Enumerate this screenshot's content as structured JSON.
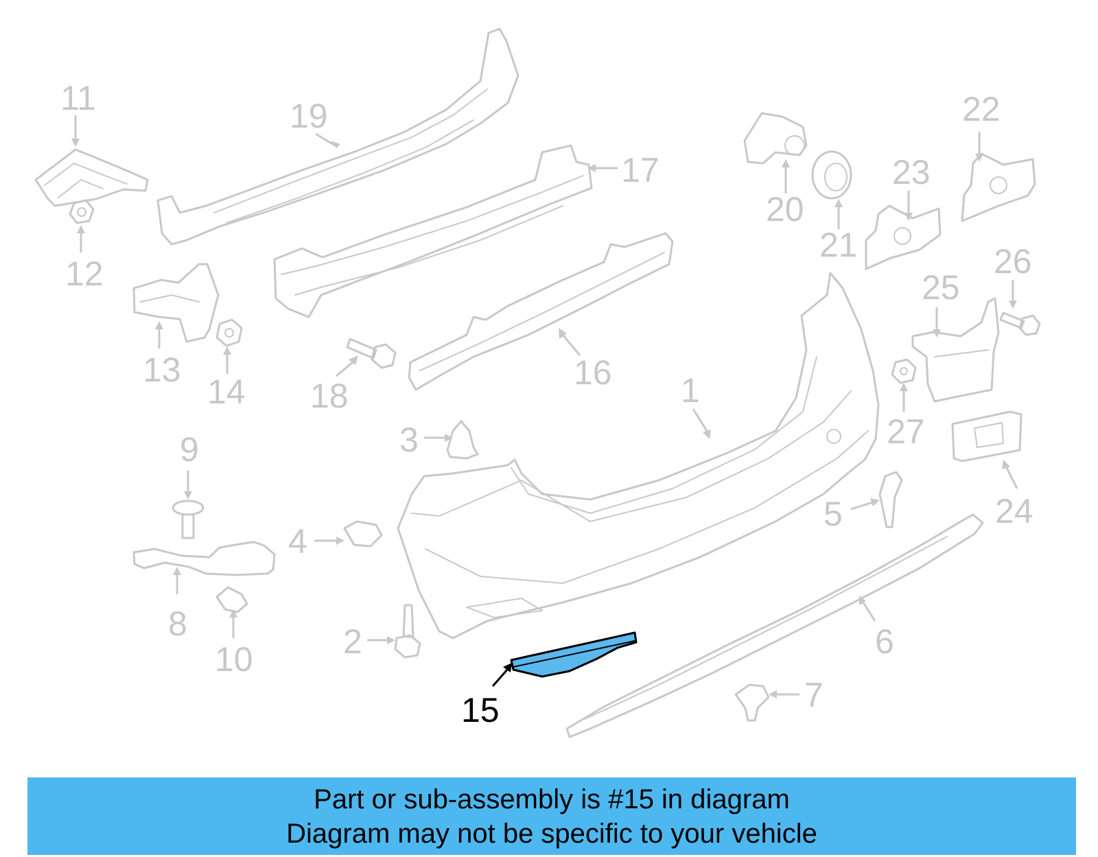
{
  "callouts": {
    "c1": "1",
    "c2": "2",
    "c3": "3",
    "c4": "4",
    "c5": "5",
    "c6": "6",
    "c7": "7",
    "c8": "8",
    "c9": "9",
    "c10": "10",
    "c11": "11",
    "c12": "12",
    "c13": "13",
    "c14": "14",
    "c15": "15",
    "c16": "16",
    "c17": "17",
    "c18": "18",
    "c19": "19",
    "c20": "20",
    "c21": "21",
    "c22": "22",
    "c23": "23",
    "c24": "24",
    "c25": "25",
    "c26": "26",
    "c27": "27"
  },
  "highlighted_part": "15",
  "colors": {
    "highlight_fill": "#5bb8ee",
    "part_stroke": "#c8c8c8",
    "banner_bg": "#4db8f0"
  },
  "banner": {
    "line1": "Part or sub-assembly is #15 in diagram",
    "line2": "Diagram may not be specific to your vehicle"
  }
}
